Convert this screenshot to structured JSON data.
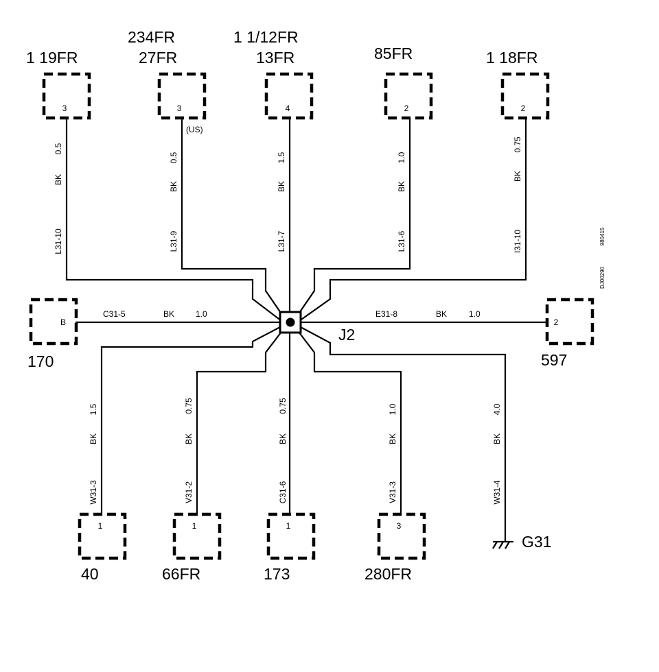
{
  "splice": {
    "label": "J2"
  },
  "ground": {
    "label": "G31"
  },
  "side_codes": [
    "980415",
    "DJ00290"
  ],
  "top_components": [
    {
      "label": "1 19FR",
      "pin": "3"
    },
    {
      "label_top": "234FR",
      "label": "27FR",
      "pin": "3",
      "note": "(US)"
    },
    {
      "label_top": "1 1/12FR",
      "label": "13FR",
      "pin": "4"
    },
    {
      "label": "85FR",
      "pin": "2"
    },
    {
      "label": "1 18FR",
      "pin": "2"
    }
  ],
  "side_components": [
    {
      "label": "170",
      "pin": "B"
    },
    {
      "label": "597",
      "pin": "2"
    }
  ],
  "bottom_components": [
    {
      "label": "40",
      "pin": "1"
    },
    {
      "label": "66FR",
      "pin": "1"
    },
    {
      "label": "173",
      "pin": "1"
    },
    {
      "label": "280FR",
      "pin": "3"
    }
  ],
  "top_wires": [
    {
      "id": "L31-10",
      "color": "BK",
      "size": "0.5"
    },
    {
      "id": "L31-9",
      "color": "BK",
      "size": "0.5"
    },
    {
      "id": "L31-7",
      "color": "BK",
      "size": "1.5"
    },
    {
      "id": "L31-6",
      "color": "BK",
      "size": "1.0"
    },
    {
      "id": "I31-10",
      "color": "BK",
      "size": "0.75"
    }
  ],
  "side_wires": [
    {
      "id": "C31-5",
      "color": "BK",
      "size": "1.0"
    },
    {
      "id": "E31-8",
      "color": "BK",
      "size": "1.0"
    }
  ],
  "bottom_wires": [
    {
      "id": "W31-3",
      "color": "BK",
      "size": "1.5"
    },
    {
      "id": "V31-2",
      "color": "BK",
      "size": "0.75"
    },
    {
      "id": "C31-6",
      "color": "BK",
      "size": "0.75"
    },
    {
      "id": "V31-3",
      "color": "BK",
      "size": "1.0"
    },
    {
      "id": "W31-4",
      "color": "BK",
      "size": "4.0"
    }
  ]
}
